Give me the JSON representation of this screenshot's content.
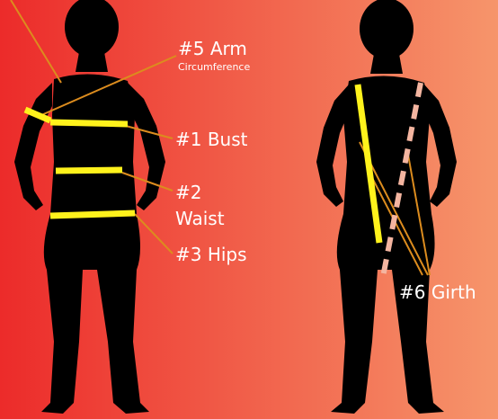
{
  "labels": {
    "arm": "#5 Arm",
    "arm_sub": "Circumference",
    "bust": "#1 Bust",
    "waist_num": "#2",
    "waist": "Waist",
    "hips": "#3 Hips",
    "girth": "#6 Girth"
  },
  "colors": {
    "gradient_left": "#ec2b2a",
    "gradient_right": "#f6956b",
    "silhouette": "#000000",
    "tape": "#fff21c",
    "leader": "#dc8c1e",
    "dash": "#f4b5a0",
    "text": "#ffffff"
  }
}
